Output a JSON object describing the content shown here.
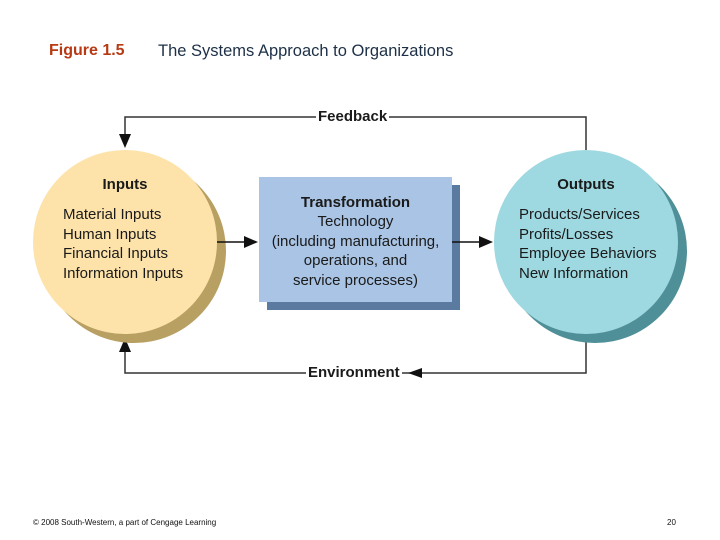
{
  "header": {
    "figure_label": "Figure 1.5",
    "title": "The Systems Approach to Organizations"
  },
  "diagram": {
    "feedback_label": "Feedback",
    "environment_label": "Environment",
    "inputs": {
      "title": "Inputs",
      "items": [
        "Material Inputs",
        "Human Inputs",
        "Financial Inputs",
        "Information Inputs"
      ],
      "fill_color": "#fde3aa",
      "shadow_color": "#b89f62"
    },
    "transformation": {
      "title": "Transformation",
      "lines": [
        "Technology",
        "(including manufacturing,",
        "operations, and",
        "service processes)"
      ],
      "fill_color": "#a9c4e4",
      "shadow_color": "#5a7a9f"
    },
    "outputs": {
      "title": "Outputs",
      "items": [
        "Products/Services",
        "Profits/Losses",
        "Employee Behaviors",
        "New Information"
      ],
      "fill_color": "#9ed8e0",
      "shadow_color": "#4f8f98"
    }
  },
  "footer": {
    "copyright": "© 2008 South-Western, a part of Cengage Learning",
    "page_number": "20"
  }
}
